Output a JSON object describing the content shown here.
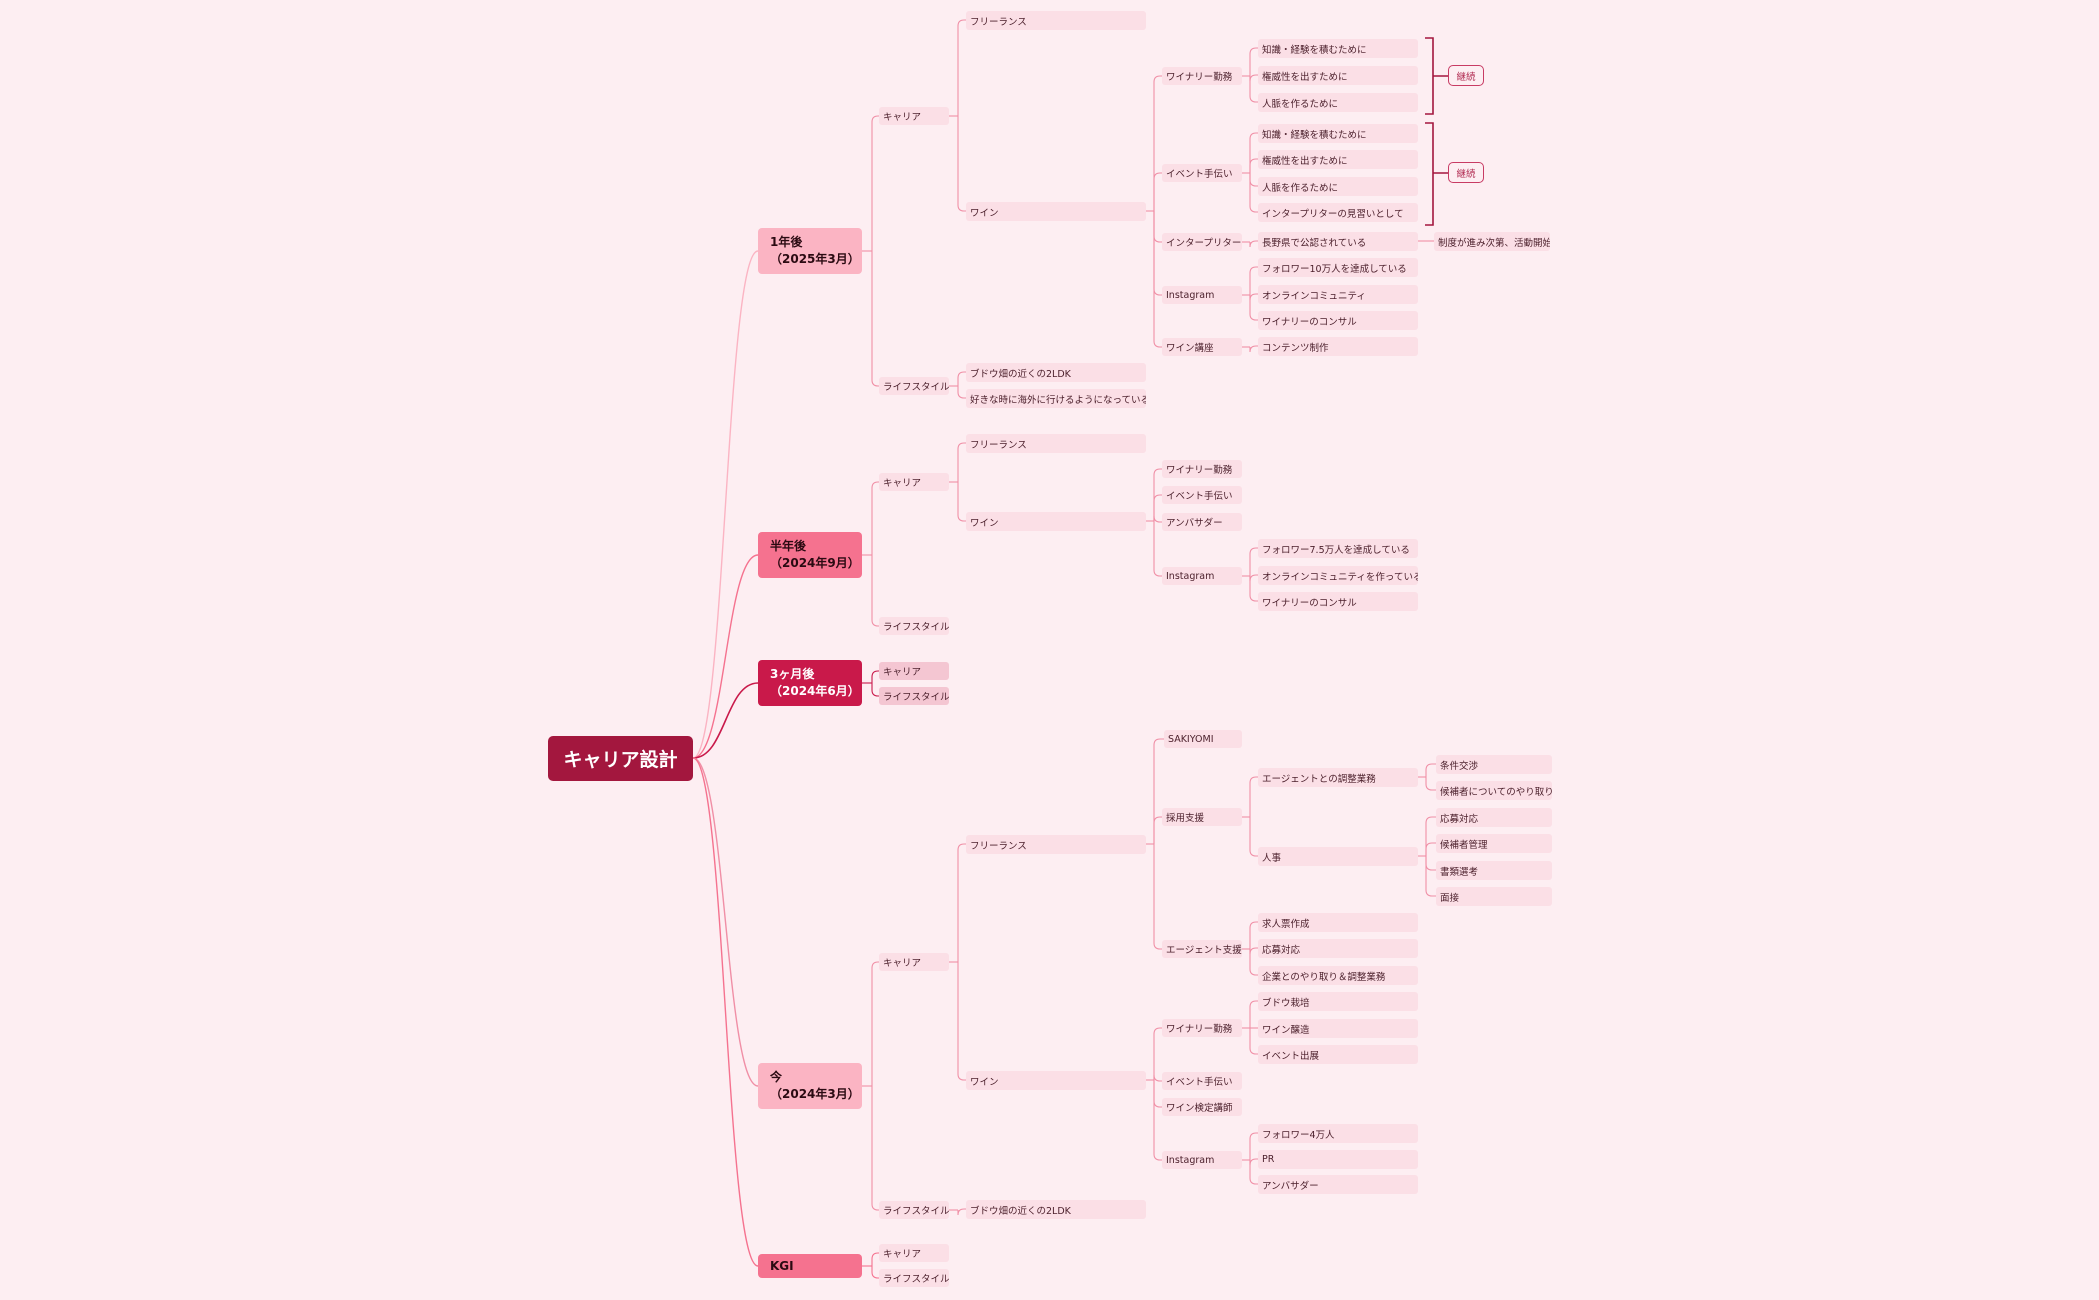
{
  "root": {
    "label": "キャリア設計"
  },
  "branch_one_year": {
    "label": "1年後\n（2025年3月）",
    "career": {
      "label": "キャリア",
      "freelance": "フリーランス",
      "wine": {
        "label": "ワイン",
        "winery": {
          "label": "ワイナリー勤務",
          "items": [
            "知識・経験を積むために",
            "権威性を出すために",
            "人脈を作るために"
          ]
        },
        "event": {
          "label": "イベント手伝い",
          "items": [
            "知識・経験を積むために",
            "権威性を出すために",
            "人脈を作るために",
            "インタープリターの見習いとして"
          ]
        },
        "continue_tags": [
          "継続",
          "継続"
        ],
        "interpreter": {
          "label": "インタープリター",
          "detail": "長野県で公認されている",
          "note": "制度が進み次第、活動開始"
        },
        "instagram": {
          "label": "Instagram",
          "items": [
            "フォロワー10万人を達成している",
            "オンラインコミュニティ",
            "ワイナリーのコンサル"
          ]
        },
        "course": {
          "label": "ワイン講座",
          "items": [
            "コンテンツ制作"
          ]
        }
      }
    },
    "lifestyle": {
      "label": "ライフスタイル",
      "items": [
        "ブドウ畑の近くの2LDK",
        "好きな時に海外に行けるようになっている"
      ]
    }
  },
  "branch_half_year": {
    "label": "半年後\n（2024年9月）",
    "career": {
      "label": "キャリア",
      "freelance": "フリーランス",
      "wine": {
        "label": "ワイン",
        "items": [
          "ワイナリー勤務",
          "イベント手伝い",
          "アンバサダー"
        ],
        "instagram": {
          "label": "Instagram",
          "items": [
            "フォロワー7.5万人を達成している",
            "オンラインコミュニティを作っている",
            "ワイナリーのコンサル"
          ]
        }
      }
    },
    "lifestyle": {
      "label": "ライフスタイル"
    }
  },
  "branch_three_months": {
    "label": "3ヶ月後\n（2024年6月）",
    "career": "キャリア",
    "lifestyle": "ライフスタイル"
  },
  "branch_now": {
    "label": "今\n（2024年3月）",
    "career": {
      "label": "キャリア",
      "freelance": {
        "label": "フリーランス",
        "sakiyomi": "SAKIYOMI",
        "recruiting": {
          "label": "採用支援",
          "agent_coord": {
            "label": "エージェントとの調整業務",
            "items": [
              "条件交渉",
              "候補者についてのやり取り"
            ]
          },
          "hr": {
            "label": "人事",
            "items": [
              "応募対応",
              "候補者管理",
              "書類選考",
              "面接"
            ]
          }
        },
        "agent_support": {
          "label": "エージェント支援",
          "items": [
            "求人票作成",
            "応募対応",
            "企業とのやり取り＆調整業務"
          ]
        }
      },
      "wine": {
        "label": "ワイン",
        "winery": {
          "label": "ワイナリー勤務",
          "items": [
            "ブドウ栽培",
            "ワイン醸造",
            "イベント出展"
          ]
        },
        "event": "イベント手伝い",
        "exam": "ワイン検定講師",
        "instagram": {
          "label": "Instagram",
          "items": [
            "フォロワー4万人",
            "PR",
            "アンバサダー"
          ]
        }
      }
    },
    "lifestyle": {
      "label": "ライフスタイル",
      "items": [
        "ブドウ畑の近くの2LDK"
      ]
    }
  },
  "branch_kgi": {
    "label": "KGI",
    "career": "キャリア",
    "lifestyle": "ライフスタイル"
  },
  "colors": {
    "background": "#fdeef2",
    "root": "#a3173e",
    "one_year": "#fbb4c3",
    "half_year": "#f5728f",
    "three_months": "#c9194a",
    "now": "#fbb4c3",
    "kgi": "#f5728f",
    "leaf": "#fbdfe6",
    "link": "#f08fa6",
    "bracket": "#a3173e"
  }
}
